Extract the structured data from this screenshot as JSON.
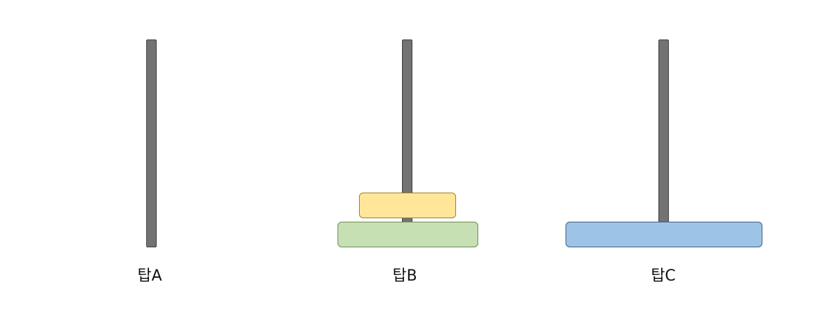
{
  "towers": [
    {
      "label": "탑A",
      "peg_color": "#757273",
      "disks": []
    },
    {
      "label": "탑B",
      "peg_color": "#757273",
      "disks": [
        {
          "name": "medium-disk",
          "color": "#C6E0B4",
          "border": "#6D8A52"
        },
        {
          "name": "small-disk",
          "color": "#FFE699",
          "border": "#9E7D1E"
        }
      ]
    },
    {
      "label": "탑C",
      "peg_color": "#757273",
      "disks": [
        {
          "name": "large-disk",
          "color": "#9DC3E6",
          "border": "#3B5E80"
        }
      ]
    }
  ]
}
